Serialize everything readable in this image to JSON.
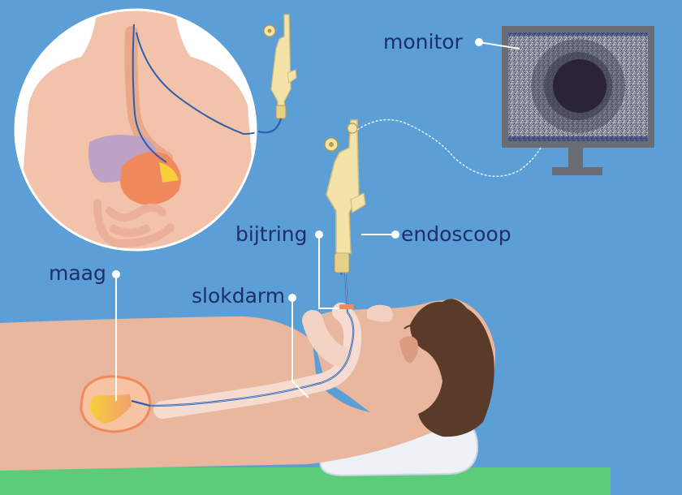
{
  "labels": {
    "monitor": "monitor",
    "endoscoop": "endoscoop",
    "bijtring": "bijtring",
    "slokdarm": "slokdarm",
    "maag": "maag"
  },
  "colors": {
    "background": "#5b9fd6",
    "label_text": "#1f2e6a",
    "skin": "#e8b79d",
    "hair": "#5a3a28",
    "bed": "#5ccc7a",
    "scope": "#f4e3a8",
    "stomach": "#f08a5d",
    "cable": "#2d5fae"
  },
  "icons": [
    "endoscope-icon",
    "monitor-icon",
    "torso-inset-icon",
    "patient-icon",
    "pillow-icon",
    "stomach-icon"
  ]
}
